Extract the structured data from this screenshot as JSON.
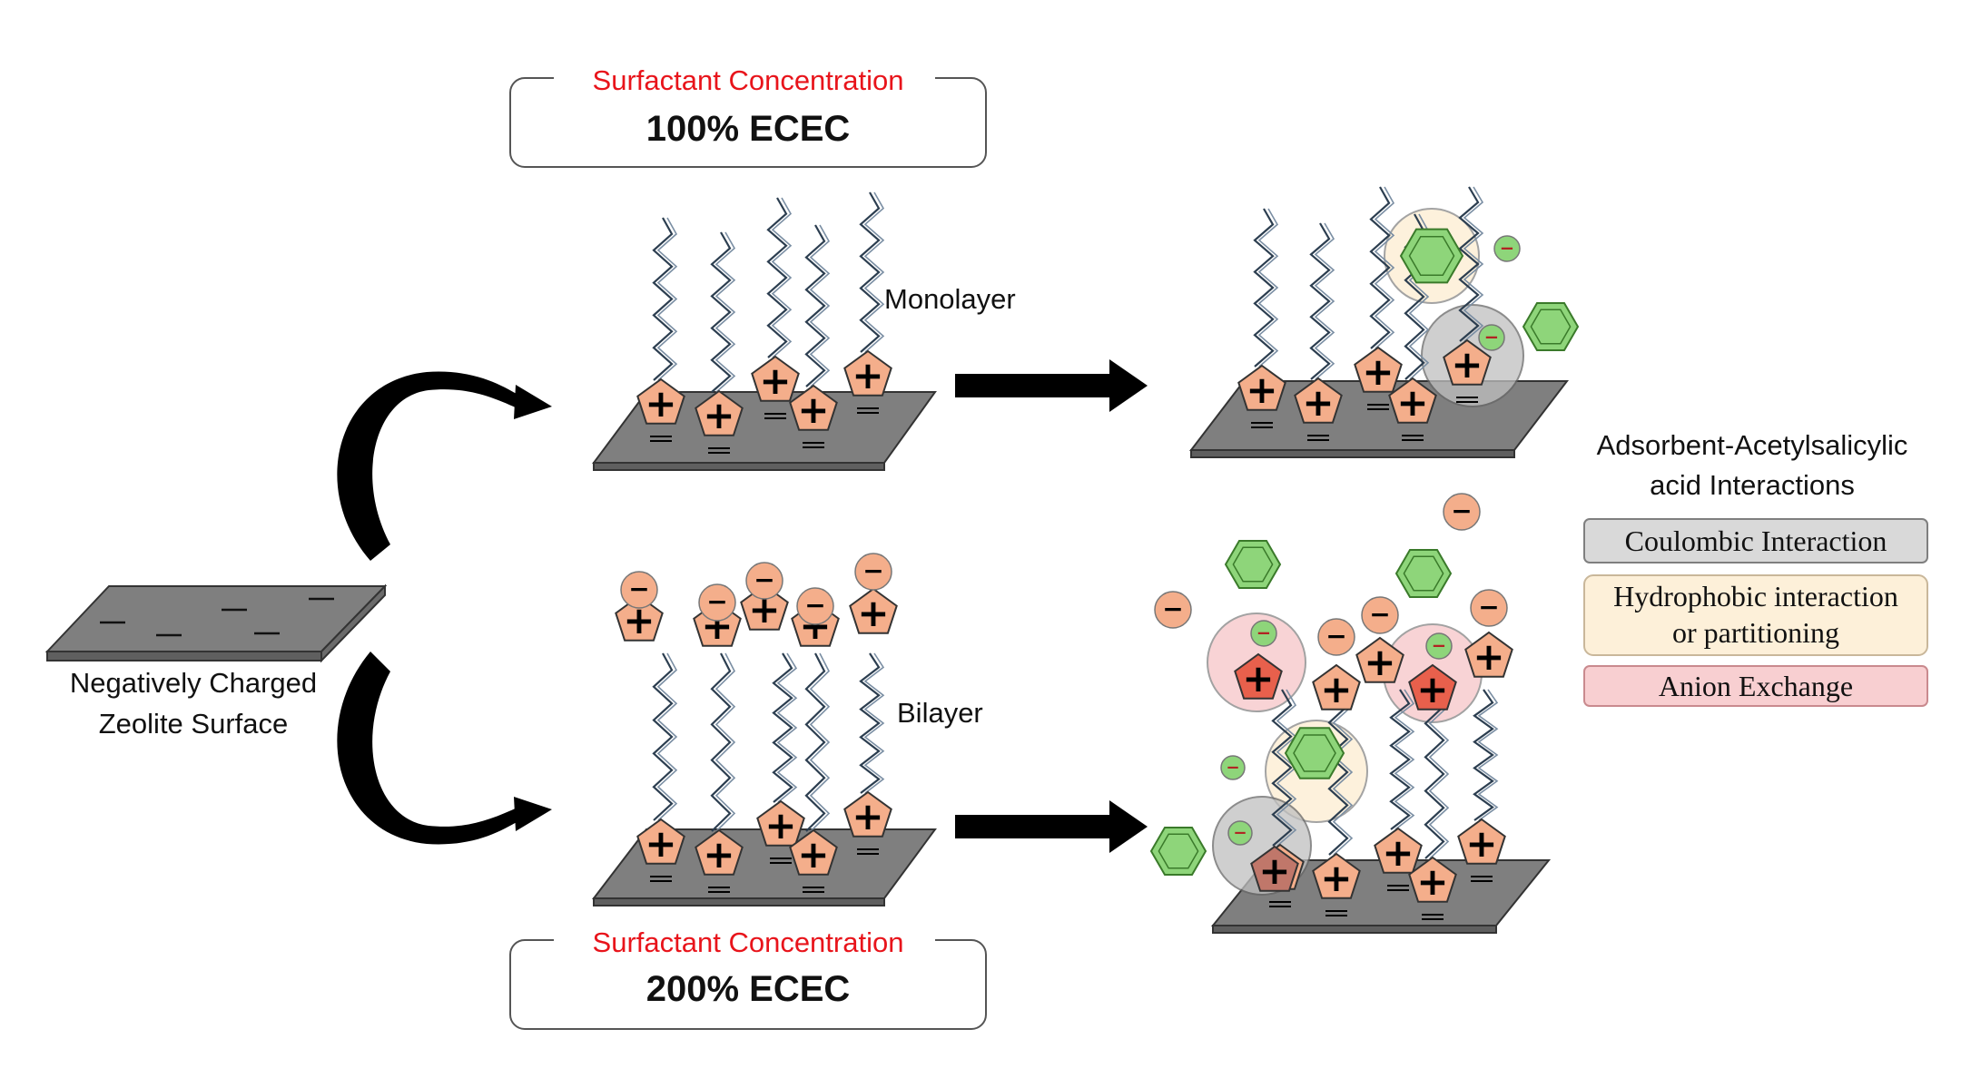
{
  "concentration_top": {
    "caption": "Surfactant Concentration",
    "value": "100% ECEC"
  },
  "concentration_bottom": {
    "caption": "Surfactant Concentration",
    "value": "200% ECEC"
  },
  "labels": {
    "monolayer": "Monolayer",
    "bilayer": "Bilayer",
    "surface_line1": "Negatively Charged",
    "surface_line2": "Zeolite Surface"
  },
  "legend": {
    "title_line1": "Adsorbent-Acetylsalicylic",
    "title_line2": "acid Interactions",
    "items": [
      {
        "label": "Coulombic Interaction",
        "color": "#d9d9d9",
        "border": "#7f7f7f"
      },
      {
        "label_line1": "Hydrophobic interaction",
        "label_line2": "or partitioning",
        "color": "#fdf0d9",
        "border": "#c9b79a"
      },
      {
        "label": "Anion Exchange",
        "color": "#f8cfd1",
        "border": "#c98a8e"
      }
    ]
  },
  "colors": {
    "caption_red": "#e8141b",
    "plate": "#7f7f7f",
    "head": "#f4ae8b",
    "benzene": "#8ed57a",
    "arrow": "#000000"
  },
  "glyphs": {
    "plus": "+",
    "minus": "−"
  }
}
